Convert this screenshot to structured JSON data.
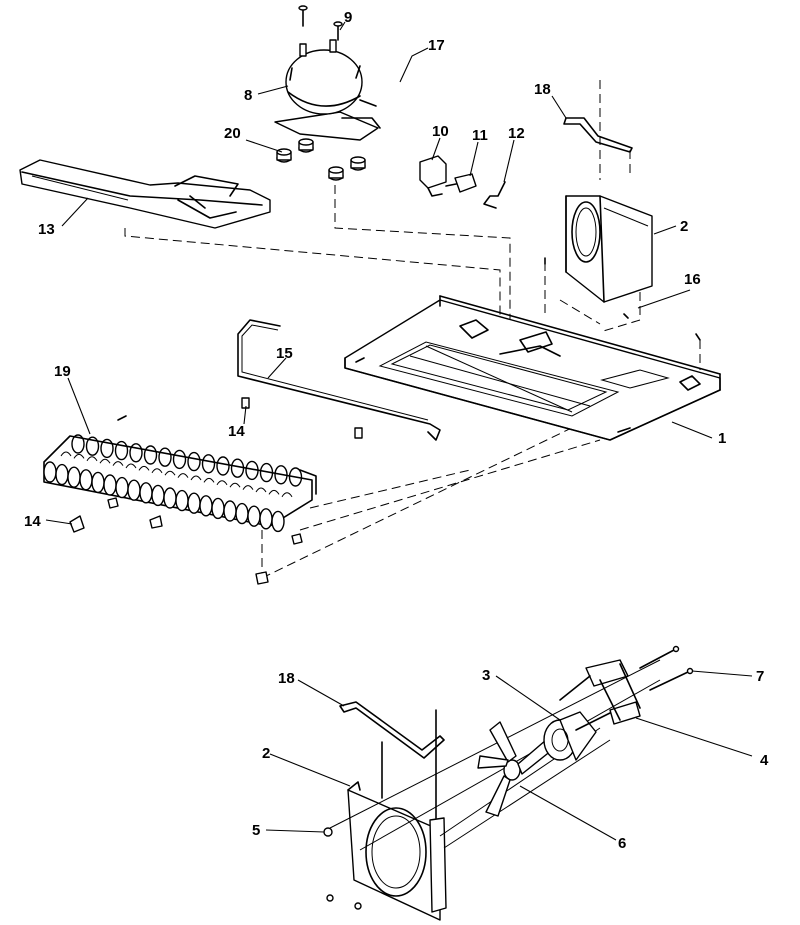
{
  "callouts": [
    {
      "id": "c1",
      "text": "1"
    },
    {
      "id": "c2a",
      "text": "2"
    },
    {
      "id": "c2b",
      "text": "2"
    },
    {
      "id": "c3",
      "text": "3"
    },
    {
      "id": "c4",
      "text": "4"
    },
    {
      "id": "c5",
      "text": "5"
    },
    {
      "id": "c6",
      "text": "6"
    },
    {
      "id": "c7",
      "text": "7"
    },
    {
      "id": "c8",
      "text": "8"
    },
    {
      "id": "c9",
      "text": "9"
    },
    {
      "id": "c10",
      "text": "10"
    },
    {
      "id": "c11",
      "text": "11"
    },
    {
      "id": "c12",
      "text": "12"
    },
    {
      "id": "c13",
      "text": "13"
    },
    {
      "id": "c14a",
      "text": "14"
    },
    {
      "id": "c14b",
      "text": "14"
    },
    {
      "id": "c15",
      "text": "15"
    },
    {
      "id": "c16",
      "text": "16"
    },
    {
      "id": "c17",
      "text": "17"
    },
    {
      "id": "c18a",
      "text": "18"
    },
    {
      "id": "c18b",
      "text": "18"
    },
    {
      "id": "c19",
      "text": "19"
    },
    {
      "id": "c20",
      "text": "20"
    }
  ]
}
